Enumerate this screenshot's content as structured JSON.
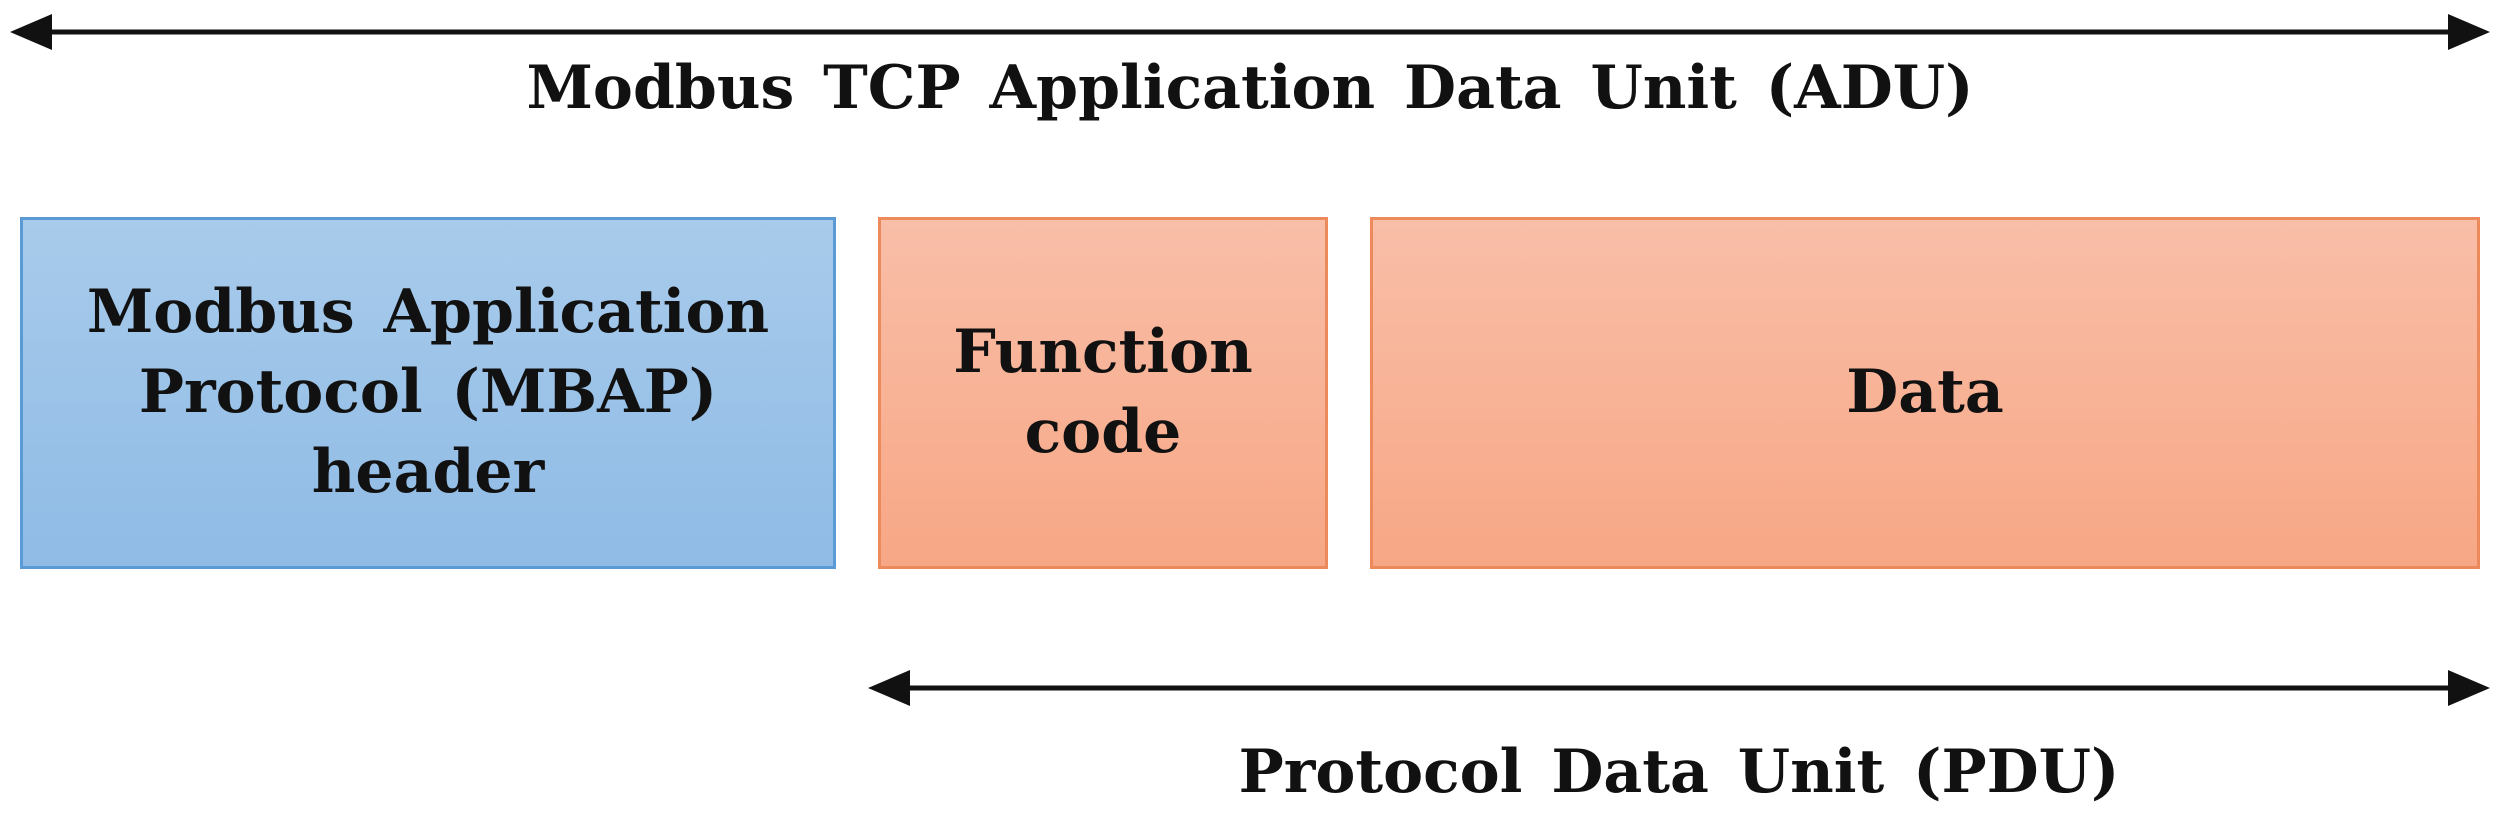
{
  "diagram": {
    "adu": {
      "label": "Modbus TCP Application Data Unit (ADU)"
    },
    "pdu": {
      "label": "Protocol Data Unit (PDU)"
    },
    "boxes": {
      "mbap": {
        "label": "Modbus Application\nProtocol (MBAP)\nheader"
      },
      "function_code": {
        "label": "Function\ncode"
      },
      "data": {
        "label": "Data"
      }
    }
  },
  "colors": {
    "mbap_fill": "#8fbbe5",
    "mbap_border": "#5b9bd5",
    "pdu_fill": "#f7a785",
    "pdu_border": "#ed8a5c",
    "arrow": "#111111"
  }
}
